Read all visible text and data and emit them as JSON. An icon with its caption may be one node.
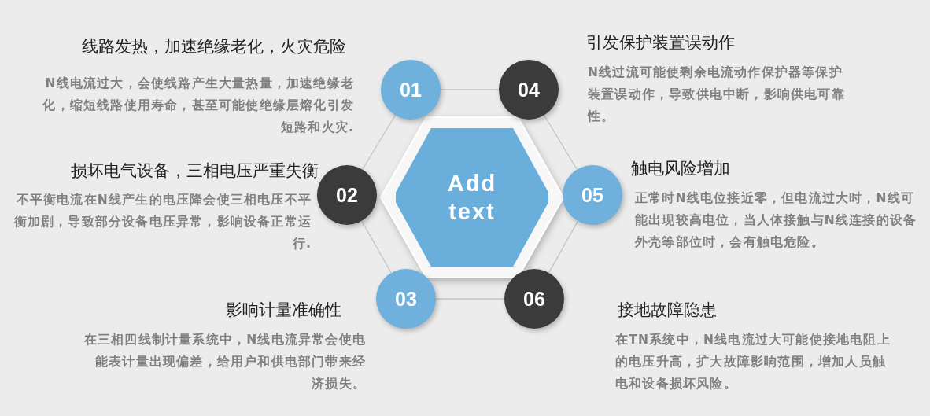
{
  "diagram": {
    "nodes": [
      {
        "text": [
          "Add text"
        ]
      },
      {
        "text": [
          "01"
        ],
        "beside": [
          "线路发热，加速绝缘老化，火灾危险",
          "N线电流过大，会使线路产生大量热量，加速绝缘老化，缩短线路使用寿命，甚至可能使绝缘层熔化引发短路和火灾."
        ]
      },
      {
        "text": [
          "02"
        ],
        "beside": [
          "损坏电气设备，三相电压严重失衡",
          "不平衡电流在N线产生的电压降会使三相电压不平衡加剧，导致部分设备电压异常，影响设备正常运行."
        ]
      },
      {
        "text": [
          "03"
        ],
        "beside": [
          "影响计量准确性",
          "在三相四线制计量系统中，N线电流异常会使电能表计量出现偏差，给用户和供电部门带来经济损失。"
        ]
      },
      {
        "text": [
          "04"
        ],
        "beside": [
          "引发保护装置误动作",
          "N线过流可能使剩余电流动作保护器等保护装置误动作，导致供电中断，影响供电可靠性。"
        ]
      },
      {
        "text": [
          "05"
        ],
        "beside": [
          "触电风险增加",
          "正常时N线电位接近零，但电流过大时，N线可能出现较高电位，当人体接触与N线连接的设备外壳等部位时，会有触电危险。"
        ]
      },
      {
        "text": [
          "06"
        ],
        "beside": [
          "接地故障隐患",
          "在TN系统中，N线电流过大可能使接地电阻上的电压升高，扩大故障影响范围，增加人员触电和设备损坏风险。"
        ]
      }
    ],
    "edges": [
      {
        "from": 1,
        "to": 4,
        "arrow": "none"
      },
      {
        "from": 4,
        "to": 5,
        "arrow": "none"
      },
      {
        "from": 5,
        "to": 6,
        "arrow": "none"
      },
      {
        "from": 6,
        "to": 3,
        "arrow": "none"
      },
      {
        "from": 3,
        "to": 2,
        "arrow": "none"
      },
      {
        "from": 2,
        "to": 1,
        "arrow": "none"
      }
    ]
  }
}
